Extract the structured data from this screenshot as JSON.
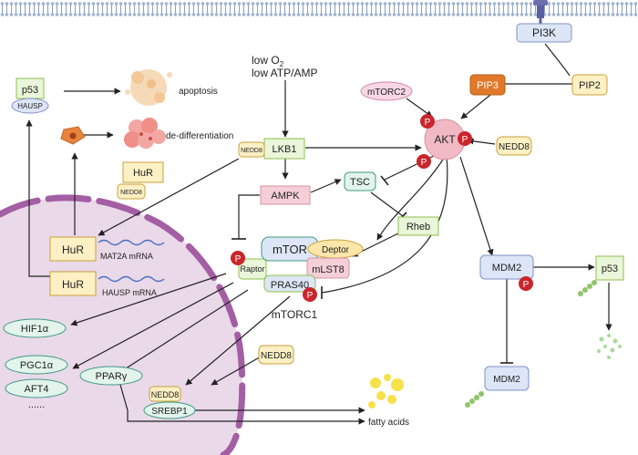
{
  "inputs": {
    "line1": "low O",
    "o2_sub": "2",
    "line2": "low ATP/AMP"
  },
  "nodes": {
    "pi3k": "PI3K",
    "pip3": "PIP3",
    "pip2": "PIP2",
    "mtorc2": "mTORC2",
    "akt": "AKT",
    "nedd8_akt": "NEDD8",
    "lkb1": "LKB1",
    "nedd8_lkb1": "NEDD8",
    "ampk": "AMPK",
    "tsc": "TSC",
    "rheb": "Rheb",
    "mtor": "mTOR",
    "deptor": "Deptor",
    "raptor": "Raptor",
    "mlst8": "mLST8",
    "pras40": "PRAS40",
    "mtorc1": "mTORC1",
    "mdm2": "MDM2",
    "mdm2_low": "MDM2",
    "p53_right": "p53",
    "p53_left": "p53",
    "hausp": "HAUSP",
    "hur_float": "HuR",
    "nedd8_hur": "NEDD8",
    "hur1": "HuR",
    "hur2": "HuR",
    "mat2a": "MAT2A mRNA",
    "hausp_mrna": "HAUSP mRNA",
    "hif1a": "HIF1α",
    "pgc1a": "PGC1α",
    "aft4": "AFT4",
    "dots": "......",
    "ppar": "PPARγ",
    "nedd8_mid": "NEDD8",
    "nedd8_srebp": "NEDD8",
    "srebp1": "SREBP1",
    "p": "P"
  },
  "outcomes": {
    "apoptosis": "apoptosis",
    "dedifferentiation": "de-differentiation",
    "fatty_acids": "fatty acids"
  },
  "colors": {
    "green_fill": "#e9f6d9",
    "green_stroke": "#8fbf4f",
    "yellow_fill": "#fdf0c4",
    "yellow_stroke": "#c9a13b",
    "blue_fill": "#dde6f6",
    "blue_stroke": "#8190c7",
    "teal_fill": "#e2f4ec",
    "teal_stroke": "#3e9a82",
    "pink_fill": "#f7d7e3",
    "pink_stroke": "#d685a8",
    "nucleus_fill": "#ead9e8",
    "membrane": "#a45ea4",
    "phospho": "#c9262c",
    "orange": "#e07a2a"
  }
}
